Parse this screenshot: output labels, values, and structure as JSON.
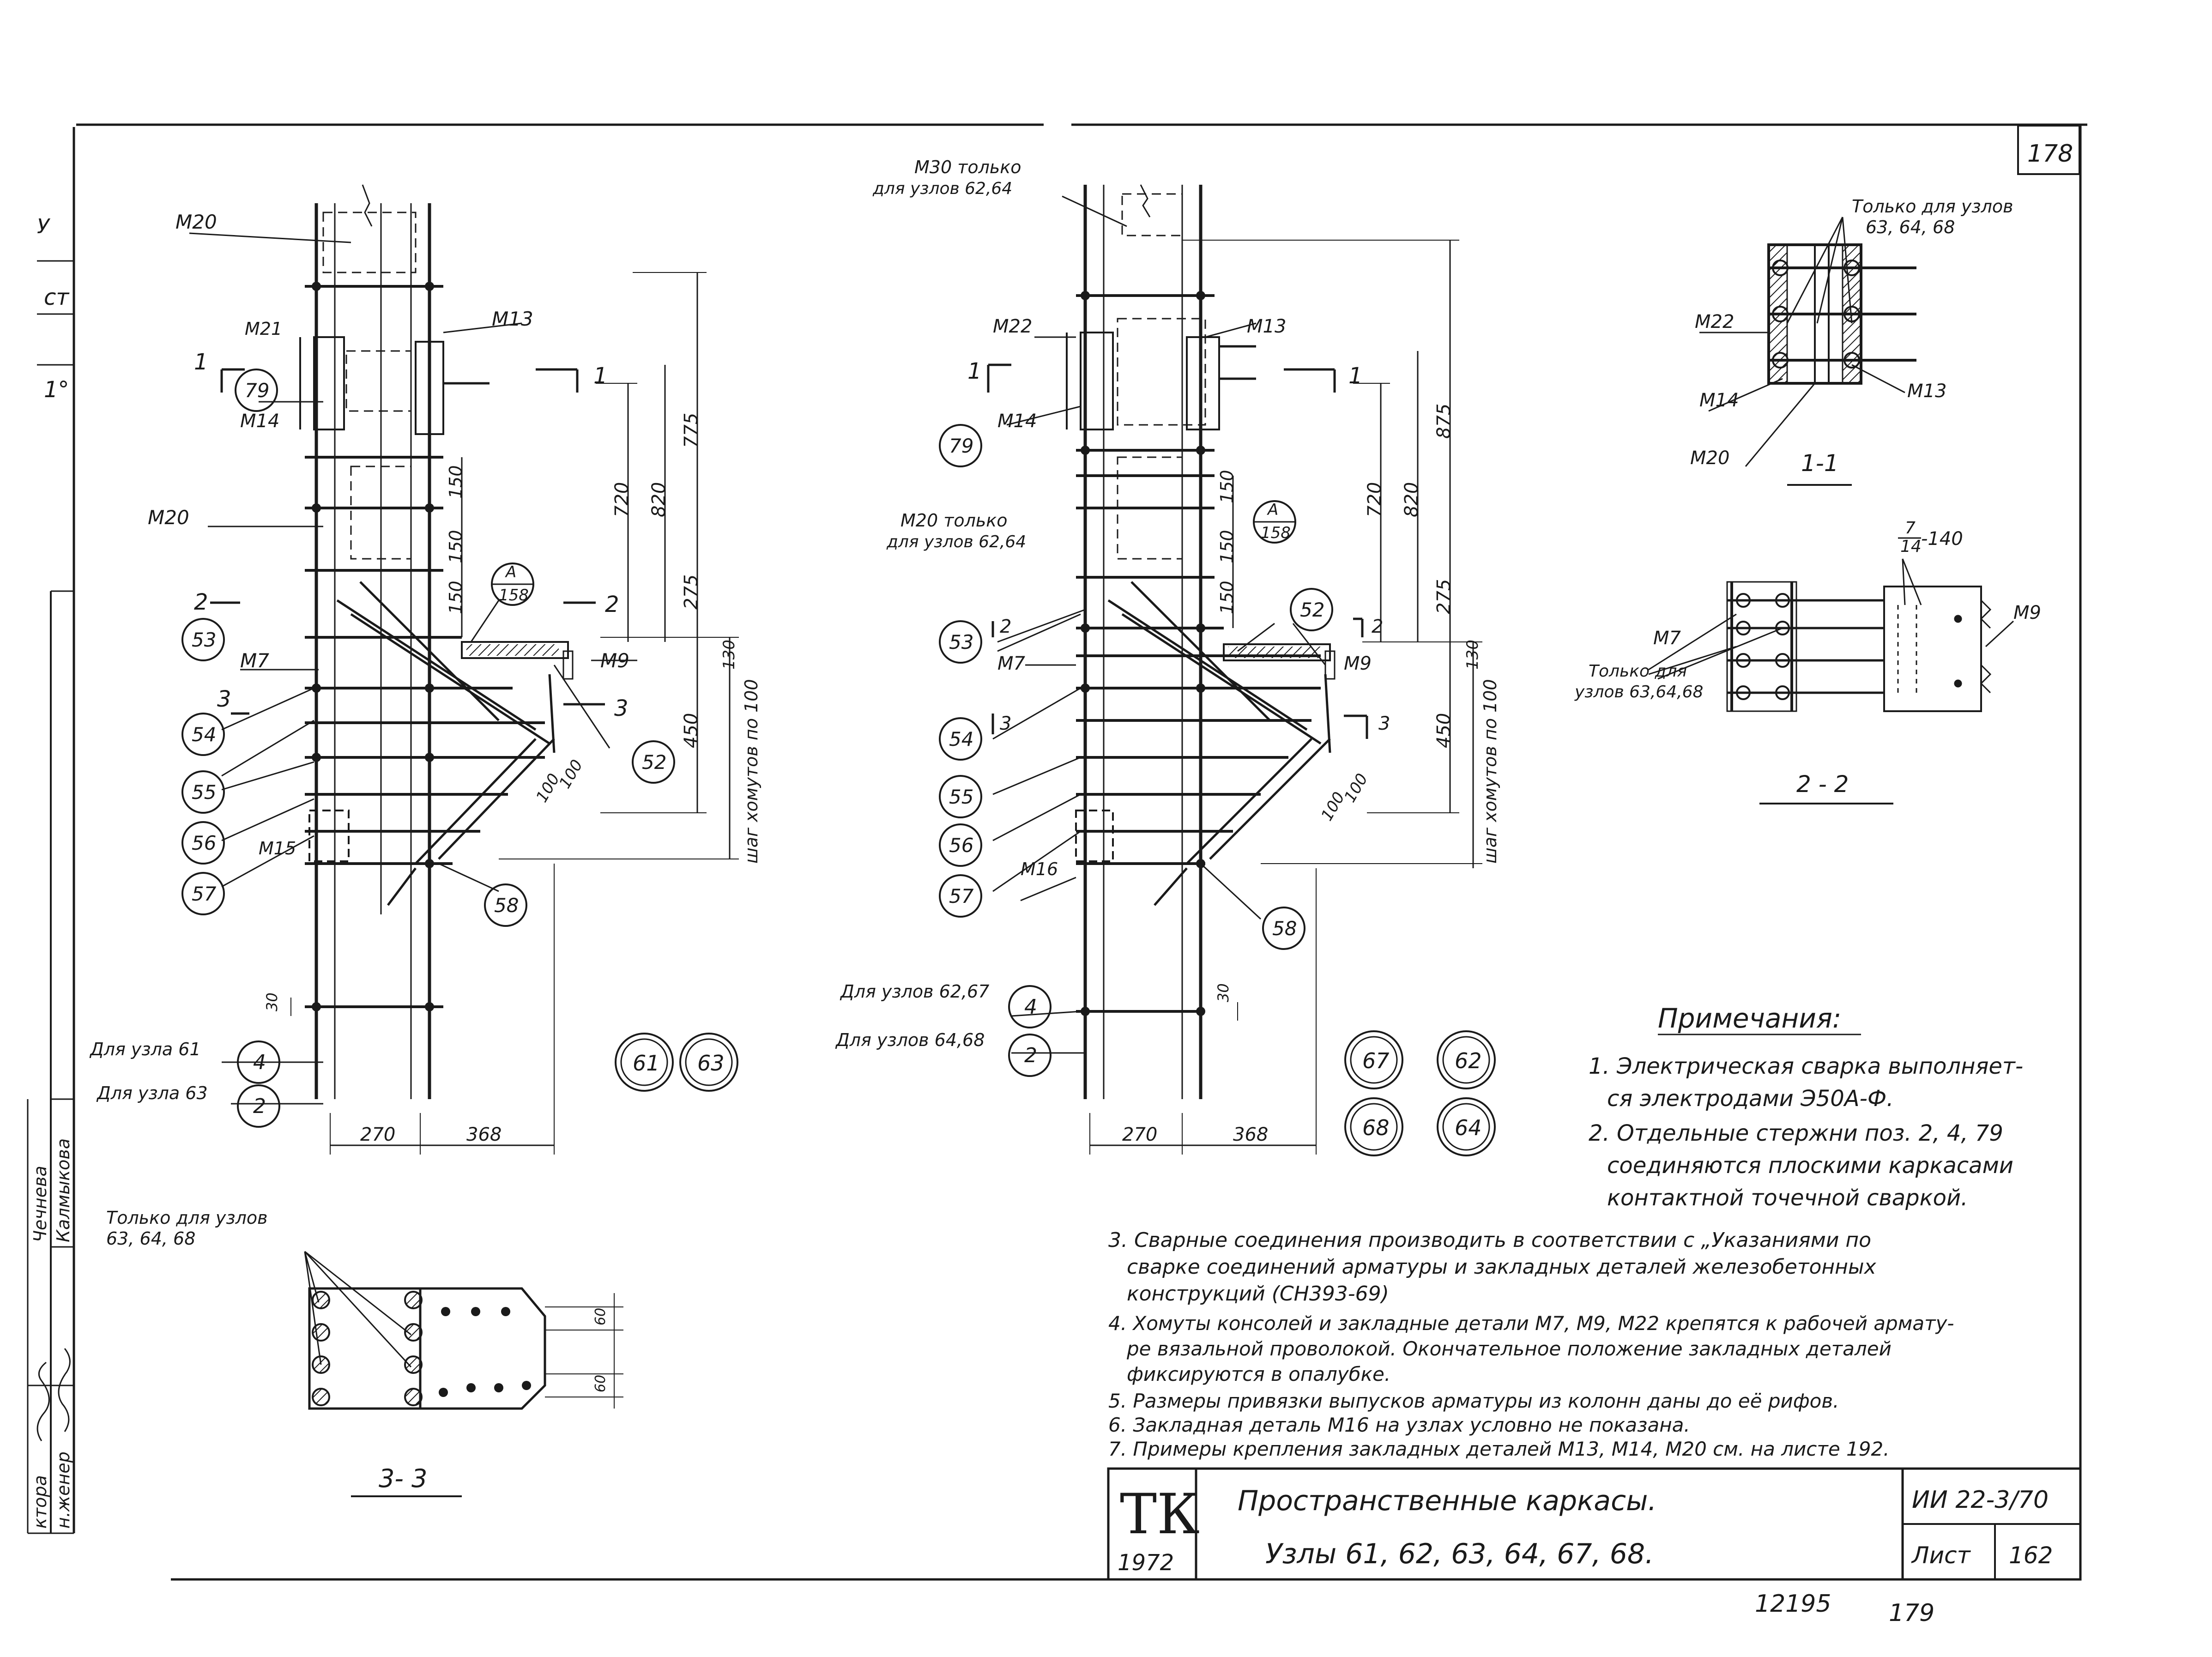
{
  "sheet_number_corner": "178",
  "left_strip": {
    "frag_1": "ст",
    "frag_2": "1°",
    "frag_3": "У",
    "names": [
      "Чечнева",
      "Калмыкова"
    ],
    "roles": [
      "ктора",
      "н.женер"
    ]
  },
  "left_view": {
    "labels": {
      "m20_top": "М20",
      "m21": "М21",
      "m13": "М13",
      "m14": "М14",
      "m20_mid": "М20",
      "m7": "М7",
      "m9": "М9",
      "m15": "М15",
      "cut_1": "1",
      "cut_2": "2",
      "cut_3": "3",
      "note_a": "А",
      "note_158": "158",
      "step_label": "шаг хомутов по 100",
      "node_61_label": "Для узла 61",
      "node_63_label": "Для узла 63"
    },
    "dims": [
      "150",
      "150",
      "150",
      "720",
      "820",
      "775",
      "275",
      "450",
      "130",
      "100",
      "100",
      "30",
      "270",
      "368"
    ],
    "bubbles": [
      "79",
      "53",
      "54",
      "55",
      "56",
      "57",
      "58",
      "52",
      "4",
      "2"
    ],
    "nodes": [
      "61",
      "63"
    ]
  },
  "mid_view": {
    "labels": {
      "m30": "М30 только",
      "m30_b": "для узлов 62,64",
      "m22": "М22",
      "m13": "М13",
      "m14": "М14",
      "m20": "М20 только",
      "m20_b": "для узлов 62,64",
      "m7": "М7",
      "m9": "М9",
      "m16": "М16",
      "cut_1": "1",
      "cut_2": "2",
      "cut_3": "3",
      "note_a": "А",
      "note_158": "158",
      "step_label": "шаг хомутов по 100",
      "node_6267": "Для узлов 62,67",
      "node_6468": "Для узлов 64,68"
    },
    "dims": [
      "150",
      "150",
      "150",
      "720",
      "820",
      "875",
      "275",
      "450",
      "130",
      "100",
      "100",
      "30",
      "270",
      "368"
    ],
    "bubbles": [
      "79",
      "53",
      "54",
      "55",
      "56",
      "57",
      "58",
      "52",
      "4",
      "2"
    ],
    "nodes": [
      "67",
      "62",
      "68",
      "64"
    ]
  },
  "section_11": {
    "note_line1": "Только для узлов",
    "note_line2": "63, 64, 68",
    "m22": "М22",
    "m14": "М14",
    "m13": "М13",
    "m20": "М20",
    "title": "1-1"
  },
  "section_22": {
    "fraction_top": "7",
    "fraction_bottom": "14",
    "fraction_suffix": "-140",
    "m7": "М7",
    "m9": "М9",
    "note_line1": "Только для",
    "note_line2": "узлов 63,64,68",
    "title": "2 - 2"
  },
  "section_33": {
    "note_line1": "Только для узлов",
    "note_line2": "63, 64, 68",
    "dim1": "60",
    "dim2": "60",
    "title": "3- 3"
  },
  "notes": {
    "heading": "Примечания:",
    "n1a": "1. Электрическая сварка выполняет-",
    "n1b": "ся электродами Э50А-Ф.",
    "n2a": "2. Отдельные стержни поз. 2, 4, 79",
    "n2b": "соединяются плоскими каркасами",
    "n2c": "контактной точечной сваркой.",
    "n3a": "3. Сварные соединения производить в соответствии с „Указаниями по",
    "n3b": "сварке соединений арматуры и закладных деталей железобетонных",
    "n3c": "конструкций (СН393-69)",
    "n4a": "4. Хомуты консолей и закладные детали М7, М9, М22 крепятся к рабочей армату-",
    "n4b": "ре вязальной проволокой. Окончательное положение закладных деталей",
    "n4c": "фиксируются в опалубке.",
    "n5": "5. Размеры привязки выпусков арматуры из колонн даны до её рифов.",
    "n6": "6. Закладная деталь М16 на узлах условно не показана.",
    "n7": "7. Примеры крепления закладных деталей М13, М14, М20 см. на листе 192."
  },
  "title_block": {
    "logo": "ТК",
    "year": "1972",
    "title_line1": "Пространственные каркасы.",
    "title_line2": "Узлы 61, 62, 63, 64, 67, 68.",
    "series": "ИИ 22-3/70",
    "sheet_label": "Лист",
    "sheet_no": "162"
  },
  "footer": {
    "code": "12195",
    "page": "179"
  }
}
